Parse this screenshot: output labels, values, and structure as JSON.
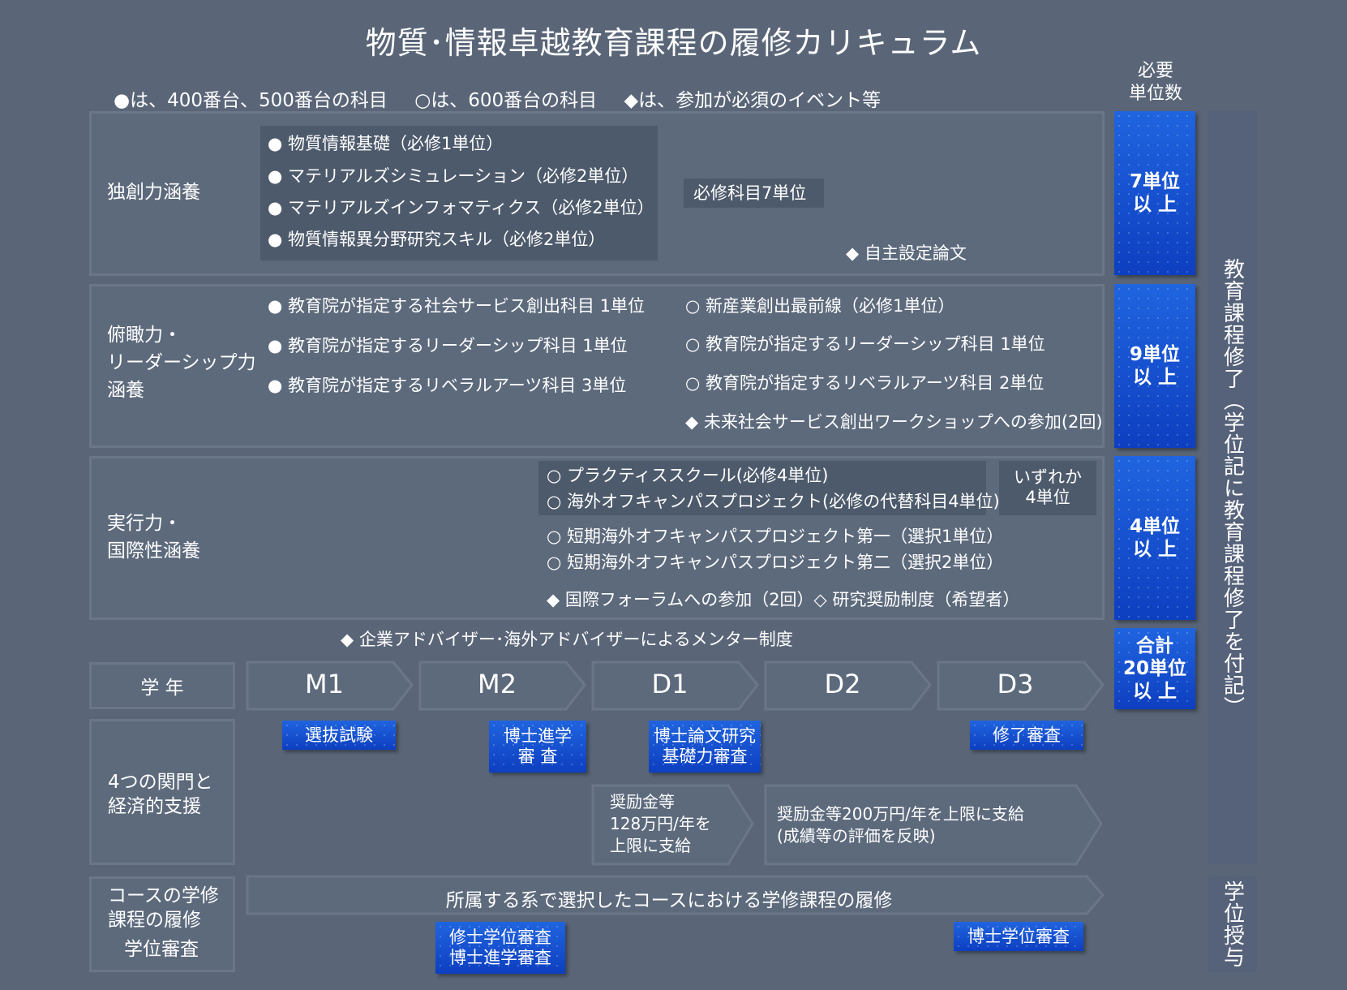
{
  "title": "物質･情報卓越教育課程の履修カリキュラム",
  "legend": {
    "filled": "●は、400番台、500番台の科目",
    "open": "○は、600番台の科目",
    "diamond": "◆は、参加が必須のイベント等"
  },
  "required_header": [
    "必要",
    "単位数"
  ],
  "groups": [
    {
      "label": [
        "独創力涵養"
      ],
      "filled_items": [
        "● 物質情報基礎（必修1単位）",
        "● マテリアルズシミュレーション（必修2単位）",
        "● マテリアルズインフォマティクス（必修2単位）",
        "● 物質情報異分野研究スキル（必修2単位）"
      ],
      "summary": "必修科目7単位",
      "diamond": "◆ 自主設定論文",
      "required": [
        "7単位",
        "以 上"
      ]
    },
    {
      "label": [
        "俯瞰力・",
        "リーダーシップ力",
        "涵養"
      ],
      "filled_items": [
        "● 教育院が指定する社会サービス創出科目 1単位",
        "● 教育院が指定するリーダーシップ科目 1単位",
        "● 教育院が指定するリベラルアーツ科目 3単位"
      ],
      "open_items": [
        "○ 新産業創出最前線（必修1単位）",
        "○ 教育院が指定するリーダーシップ科目 1単位",
        "○ 教育院が指定するリベラルアーツ科目 2単位"
      ],
      "diamond": "◆ 未来社会サービス創出ワークショップへの参加(2回)",
      "required": [
        "9単位",
        "以 上"
      ]
    },
    {
      "label": [
        "実行力・",
        "国際性涵養"
      ],
      "choice_items": [
        "○ プラクティススクール(必修4単位)",
        "○ 海外オフキャンパスプロジェクト(必修の代替科目4単位)"
      ],
      "choice_summary": [
        "いずれか",
        "4単位"
      ],
      "open_items": [
        "○ 短期海外オフキャンパスプロジェクト第一（選択1単位）",
        "○ 短期海外オフキャンパスプロジェクト第二（選択2単位）"
      ],
      "diamond": "◆ 国際フォーラムへの参加（2回）◇ 研究奨励制度（希望者）",
      "required": [
        "4単位",
        "以 上"
      ]
    }
  ],
  "mentor": "◆ 企業アドバイザー･海外アドバイザーによるメンター制度",
  "total": [
    "合計",
    "20単位",
    "以 上"
  ],
  "side_label": "教育課程修了（学位記に教育課程修了を付記）",
  "side_label2": "学位授与",
  "year": {
    "label": "学 年",
    "stages": [
      "M1",
      "M2",
      "D1",
      "D2",
      "D3"
    ]
  },
  "gates": {
    "label": [
      "4つの関門と",
      "経済的支援"
    ],
    "items": [
      [
        "選抜試験"
      ],
      [
        "博士進学",
        "審 査"
      ],
      [
        "博士論文研究",
        "基礎力審査"
      ],
      [
        "修了審査"
      ]
    ],
    "support1": [
      "奨励金等",
      "128万円/年を",
      "上限に支給"
    ],
    "support2": [
      "奨励金等200万円/年を上限に支給",
      "(成績等の評価を反映)"
    ]
  },
  "course": {
    "label": [
      "コースの学修",
      "課程の履修"
    ],
    "label2": "学位審査",
    "arrow": "所属する系で選択したコースにおける学修課程の履修",
    "exam1": [
      "修士学位審査",
      "博士進学審査"
    ],
    "exam2": "博士学位審査"
  },
  "colors": {
    "background": "#5a6678",
    "accent_blue": "#1552d2",
    "frame": "#6b7689"
  }
}
